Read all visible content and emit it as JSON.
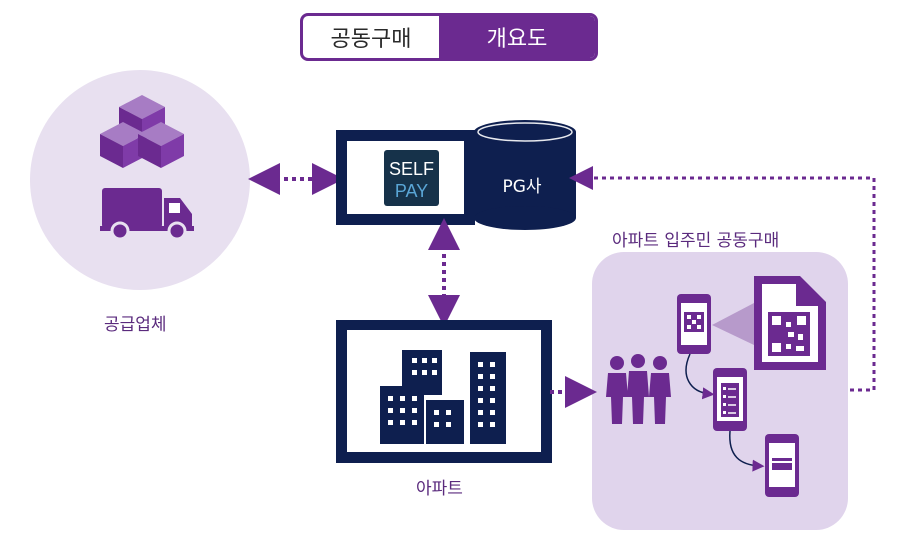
{
  "header": {
    "left_label": "공동구매",
    "right_label": "개요도"
  },
  "nodes": {
    "supplier": {
      "label": "공급업체"
    },
    "selfpay": {
      "line1": "SELF",
      "line2": "PAY"
    },
    "pg": {
      "label": "PG사"
    },
    "apartment": {
      "label": "아파트"
    },
    "residents": {
      "label": "아파트 입주민 공동구매"
    }
  },
  "colors": {
    "purple": "#6b2a90",
    "navy": "#0e1f4f",
    "lavender": "#e8e0f0",
    "selfpay_bg": "#16324a"
  }
}
